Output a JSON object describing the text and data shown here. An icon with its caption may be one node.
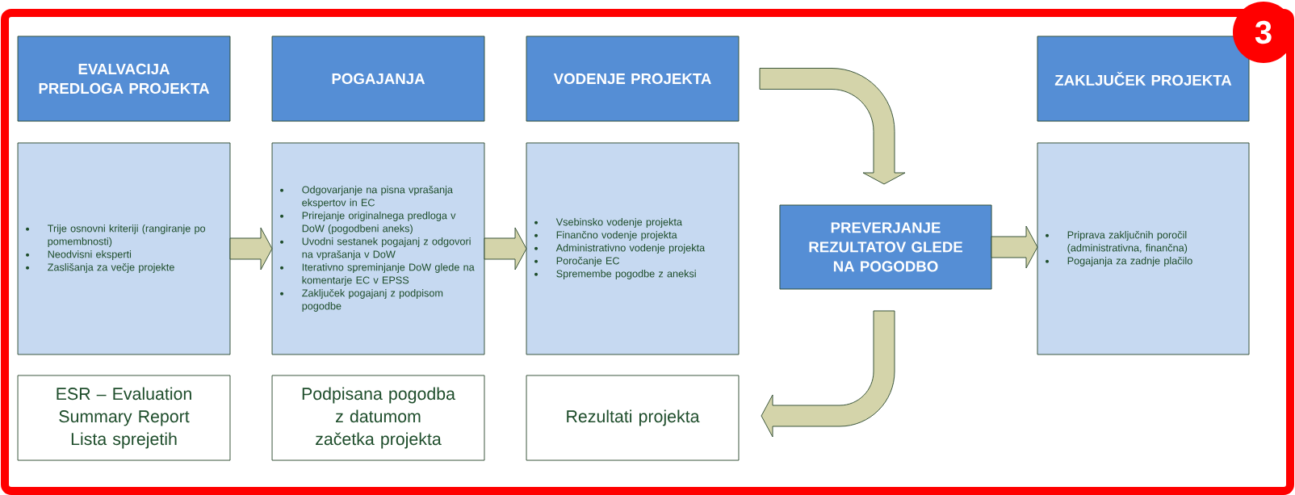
{
  "diagram": {
    "nodes": [
      {
        "text": [
          "EVALVACIJA PREDLOGA PROJEKTA"
        ]
      },
      {
        "text": [
          "POGAJANJA"
        ]
      },
      {
        "text": [
          "VODENJE PROJEKTA"
        ]
      },
      {
        "text": [
          "ZAKLJUČEK PROJEKTA"
        ]
      },
      {
        "text": [
          "Trije osnovni kriteriji (rangiranje po pomembnosti)",
          "Neodvisni eksperti",
          "Zaslišanja za večje projekte"
        ]
      },
      {
        "text": [
          "Odgovarjanje na pisna vprašanja ekspertov in EC",
          "Prirejanje originalnega predloga v DoW (pogodbeni aneks)",
          "Uvodni sestanek pogajanj z odgovori na vprašanja v DoW",
          "Iterativno spreminjanje DoW glede na komentarje EC v EPSS",
          "Zaključek pogajanj z podpisom pogodbe"
        ]
      },
      {
        "text": [
          "Vsebinsko vodenje projekta",
          "Finančno vodenje projekta",
          "Administrativno vodenje projekta",
          "Poročanje EC",
          "Spremembe pogodbe z aneksi"
        ]
      },
      {
        "text": [
          "PREVERJANJE REZULTATOV GLEDE NA POGODBO"
        ]
      },
      {
        "text": [
          "Priprava zaključnih poročil (administrativna, finančna)",
          "Pogajanja za zadnje plačilo"
        ]
      },
      {
        "text": [
          "ESR – Evaluation Summary Report",
          "Lista sprejetih"
        ]
      },
      {
        "text": [
          "Podpisana pogodba z datumom začetka projekta"
        ]
      },
      {
        "text": [
          "Rezultati projekta"
        ]
      }
    ],
    "edges": [
      {
        "from": 4,
        "to": 5,
        "arrow": "to"
      },
      {
        "from": 5,
        "to": 6,
        "arrow": "to"
      },
      {
        "from": 2,
        "to": 7,
        "arrow": "to"
      },
      {
        "from": 7,
        "to": 8,
        "arrow": "to"
      },
      {
        "from": 7,
        "to": 11,
        "arrow": "to"
      }
    ],
    "labels": [
      "3"
    ]
  }
}
